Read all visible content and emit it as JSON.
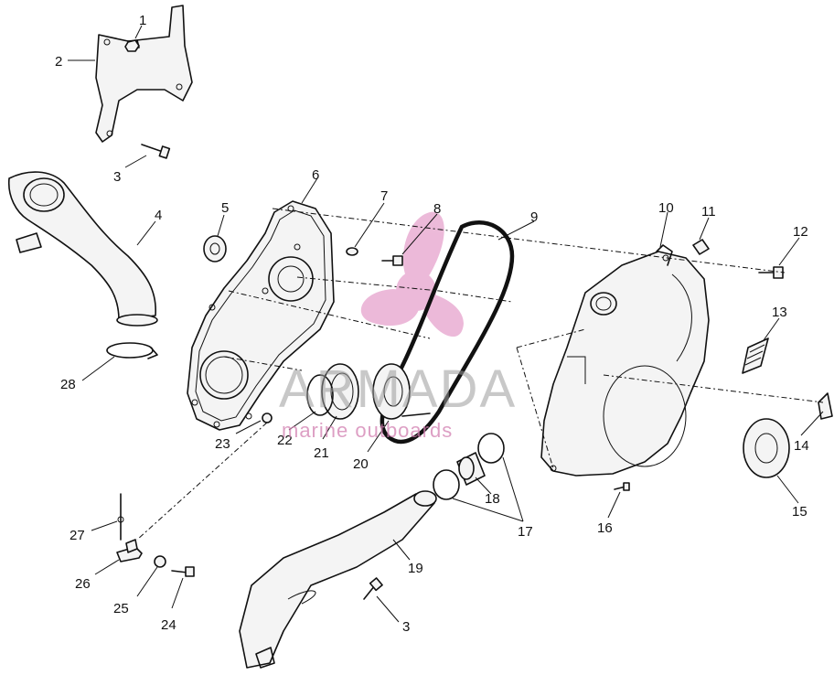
{
  "watermark": {
    "brand": "ARMADA",
    "tagline": "marine outboards",
    "brand_color": "#e08cc0"
  },
  "callouts": [
    "1",
    "2",
    "3",
    "3",
    "4",
    "5",
    "6",
    "7",
    "8",
    "9",
    "10",
    "11",
    "12",
    "13",
    "14",
    "15",
    "16",
    "17",
    "18",
    "19",
    "20",
    "21",
    "22",
    "23",
    "24",
    "25",
    "26",
    "27",
    "28"
  ]
}
